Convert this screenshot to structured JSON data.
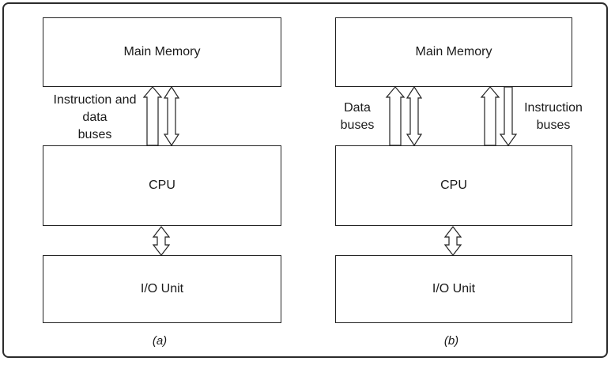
{
  "diagram_a": {
    "main_memory": "Main Memory",
    "cpu": "CPU",
    "io_unit": "I/O Unit",
    "bus_label_line1": "Instruction and",
    "bus_label_line2": "data",
    "bus_label_line3": "buses",
    "caption": "(a)"
  },
  "diagram_b": {
    "main_memory": "Main Memory",
    "cpu": "CPU",
    "io_unit": "I/O Unit",
    "data_bus_line1": "Data",
    "data_bus_line2": "buses",
    "instruction_bus_line1": "Instruction",
    "instruction_bus_line2": "buses",
    "caption": "(b)"
  }
}
